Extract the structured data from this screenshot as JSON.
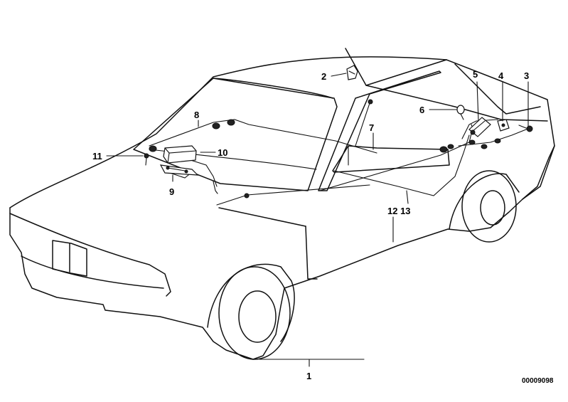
{
  "diagram": {
    "reference_number": "00009098",
    "callouts": {
      "c1": "1",
      "c2": "2",
      "c3": "3",
      "c4": "4",
      "c5": "5",
      "c6": "6",
      "c7": "7",
      "c8": "8",
      "c9": "9",
      "c10": "10",
      "c11": "11",
      "c12_13": "12 13"
    }
  }
}
